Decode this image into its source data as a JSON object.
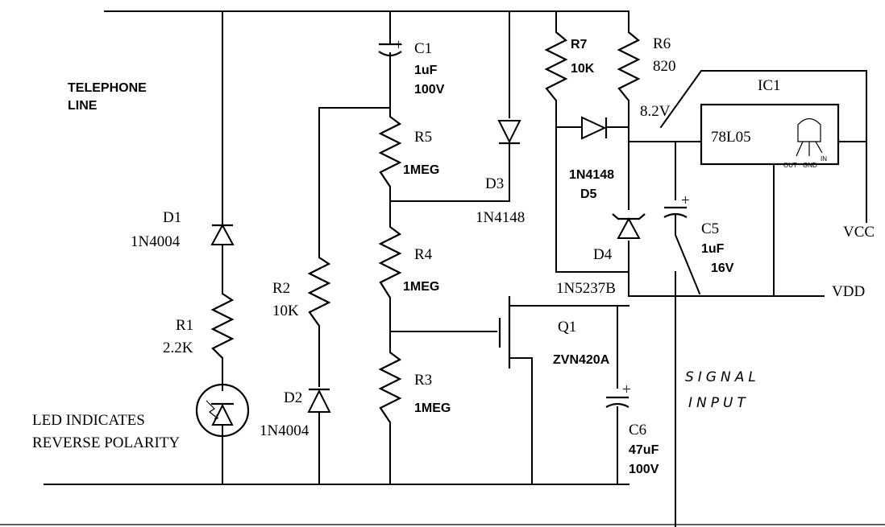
{
  "labels": {
    "telephone1": "TELEPHONE",
    "telephone2": "LINE",
    "led1": "LED INDICATES",
    "led2": "REVERSE POLARITY",
    "signal1": "SIGNAL",
    "signal2": "INPUT",
    "vcc": "VCC",
    "vdd": "VDD",
    "v82": "8.2V"
  },
  "components": {
    "D1": {
      "ref": "D1",
      "value": "1N4004"
    },
    "R1": {
      "ref": "R1",
      "value": "2.2K"
    },
    "R2": {
      "ref": "R2",
      "value": "10K"
    },
    "D2": {
      "ref": "D2",
      "value": "1N4004"
    },
    "C1": {
      "ref": "C1",
      "value": "1uF",
      "value2": "100V"
    },
    "R5": {
      "ref": "R5",
      "value": "1MEG"
    },
    "R4": {
      "ref": "R4",
      "value": "1MEG"
    },
    "R3": {
      "ref": "R3",
      "value": "1MEG"
    },
    "D3": {
      "ref": "D3",
      "value": "1N4148"
    },
    "R7": {
      "ref": "R7",
      "value": "10K"
    },
    "R6": {
      "ref": "R6",
      "value": "820"
    },
    "D5": {
      "ref": "D5",
      "value": "1N4148"
    },
    "D4": {
      "ref": "D4",
      "value": "1N5237B"
    },
    "C5": {
      "ref": "C5",
      "value": "1uF",
      "value2": "16V"
    },
    "C6": {
      "ref": "C6",
      "value": "47uF",
      "value2": "100V"
    },
    "Q1": {
      "ref": "Q1",
      "value": "ZVN420A"
    },
    "IC1": {
      "ref": "IC1",
      "value": "78L05",
      "pin_out": "OUT",
      "pin_gnd": "GND",
      "pin_in": "IN"
    }
  },
  "polarity": "+"
}
